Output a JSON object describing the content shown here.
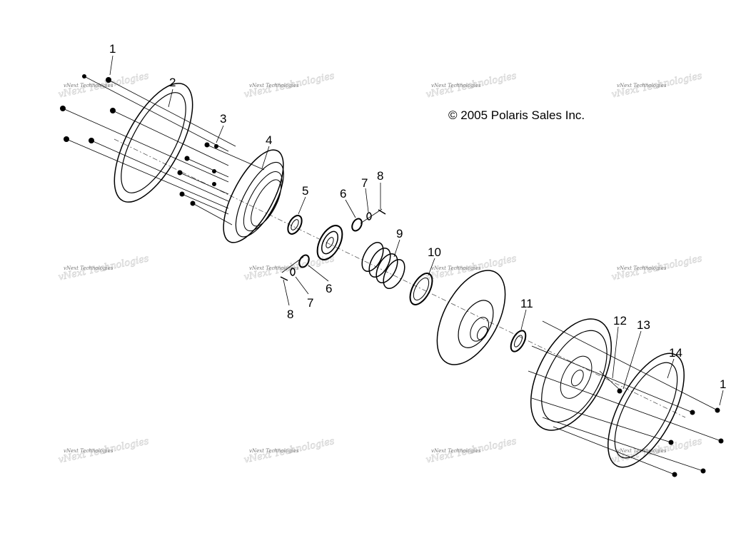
{
  "diagram": {
    "copyright": "© 2005 Polaris Sales Inc.",
    "watermark": "vNext Technologies",
    "callouts": [
      "1",
      "2",
      "3",
      "4",
      "5",
      "6",
      "7",
      "8",
      "9",
      "10",
      "6",
      "7",
      "8",
      "11",
      "12",
      "13",
      "14",
      "1"
    ]
  }
}
